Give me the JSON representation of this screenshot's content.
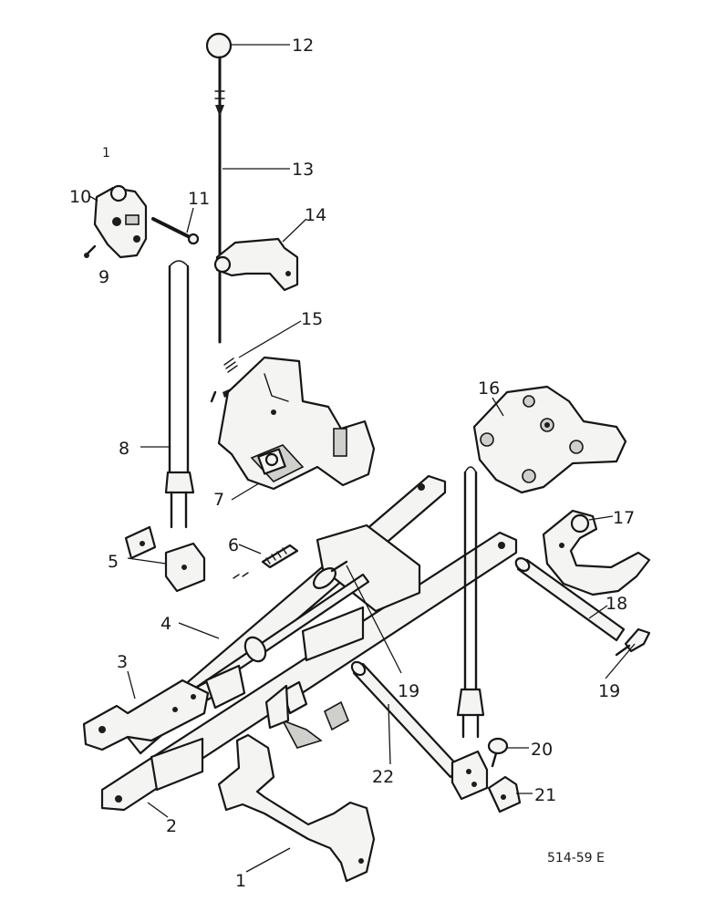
{
  "figure_code": "514-59 E",
  "sheet_marker": "1",
  "callouts": [
    "12",
    "13",
    "14",
    "11",
    "10",
    "9",
    "15",
    "8",
    "16",
    "7",
    "17",
    "6",
    "5",
    "18",
    "4",
    "19",
    "3",
    "19",
    "20",
    "22",
    "21",
    "2",
    "1"
  ]
}
